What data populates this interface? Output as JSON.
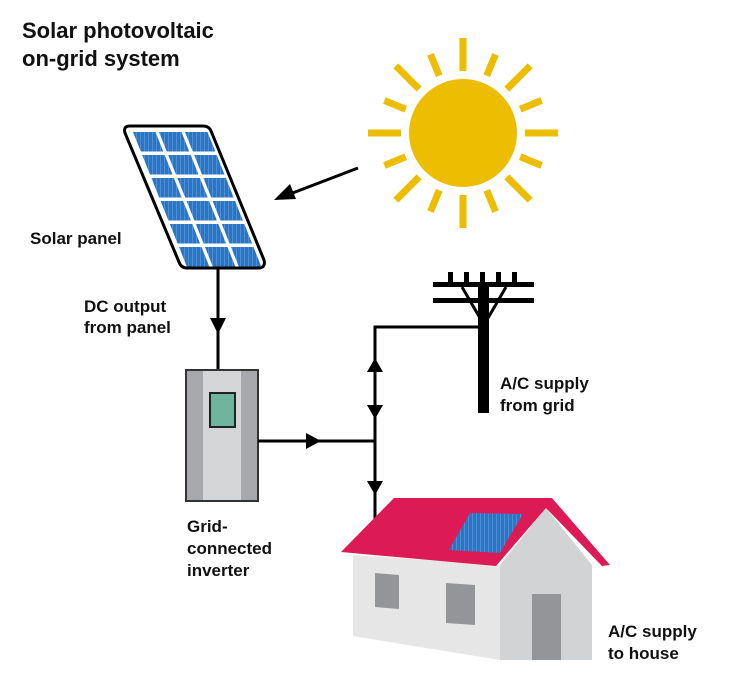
{
  "title": {
    "line1": "Solar photovoltaic",
    "line2": "on-grid system"
  },
  "labels": {
    "solar_panel": "Solar panel",
    "dc_output": {
      "line1": "DC output",
      "line2": "from panel"
    },
    "inverter": {
      "line1": "Grid-",
      "line2": "connected",
      "line3": "inverter"
    },
    "grid_supply": {
      "line1": "A/C supply",
      "line2": "from grid"
    },
    "house_supply": {
      "line1": "A/C supply",
      "line2": "to house"
    }
  },
  "colors": {
    "sun": "#ecbd00",
    "panel_cell": "#2f74c0",
    "roof": "#dc1a55",
    "inverter_screen": "#6fb49c",
    "line": "#000000"
  }
}
